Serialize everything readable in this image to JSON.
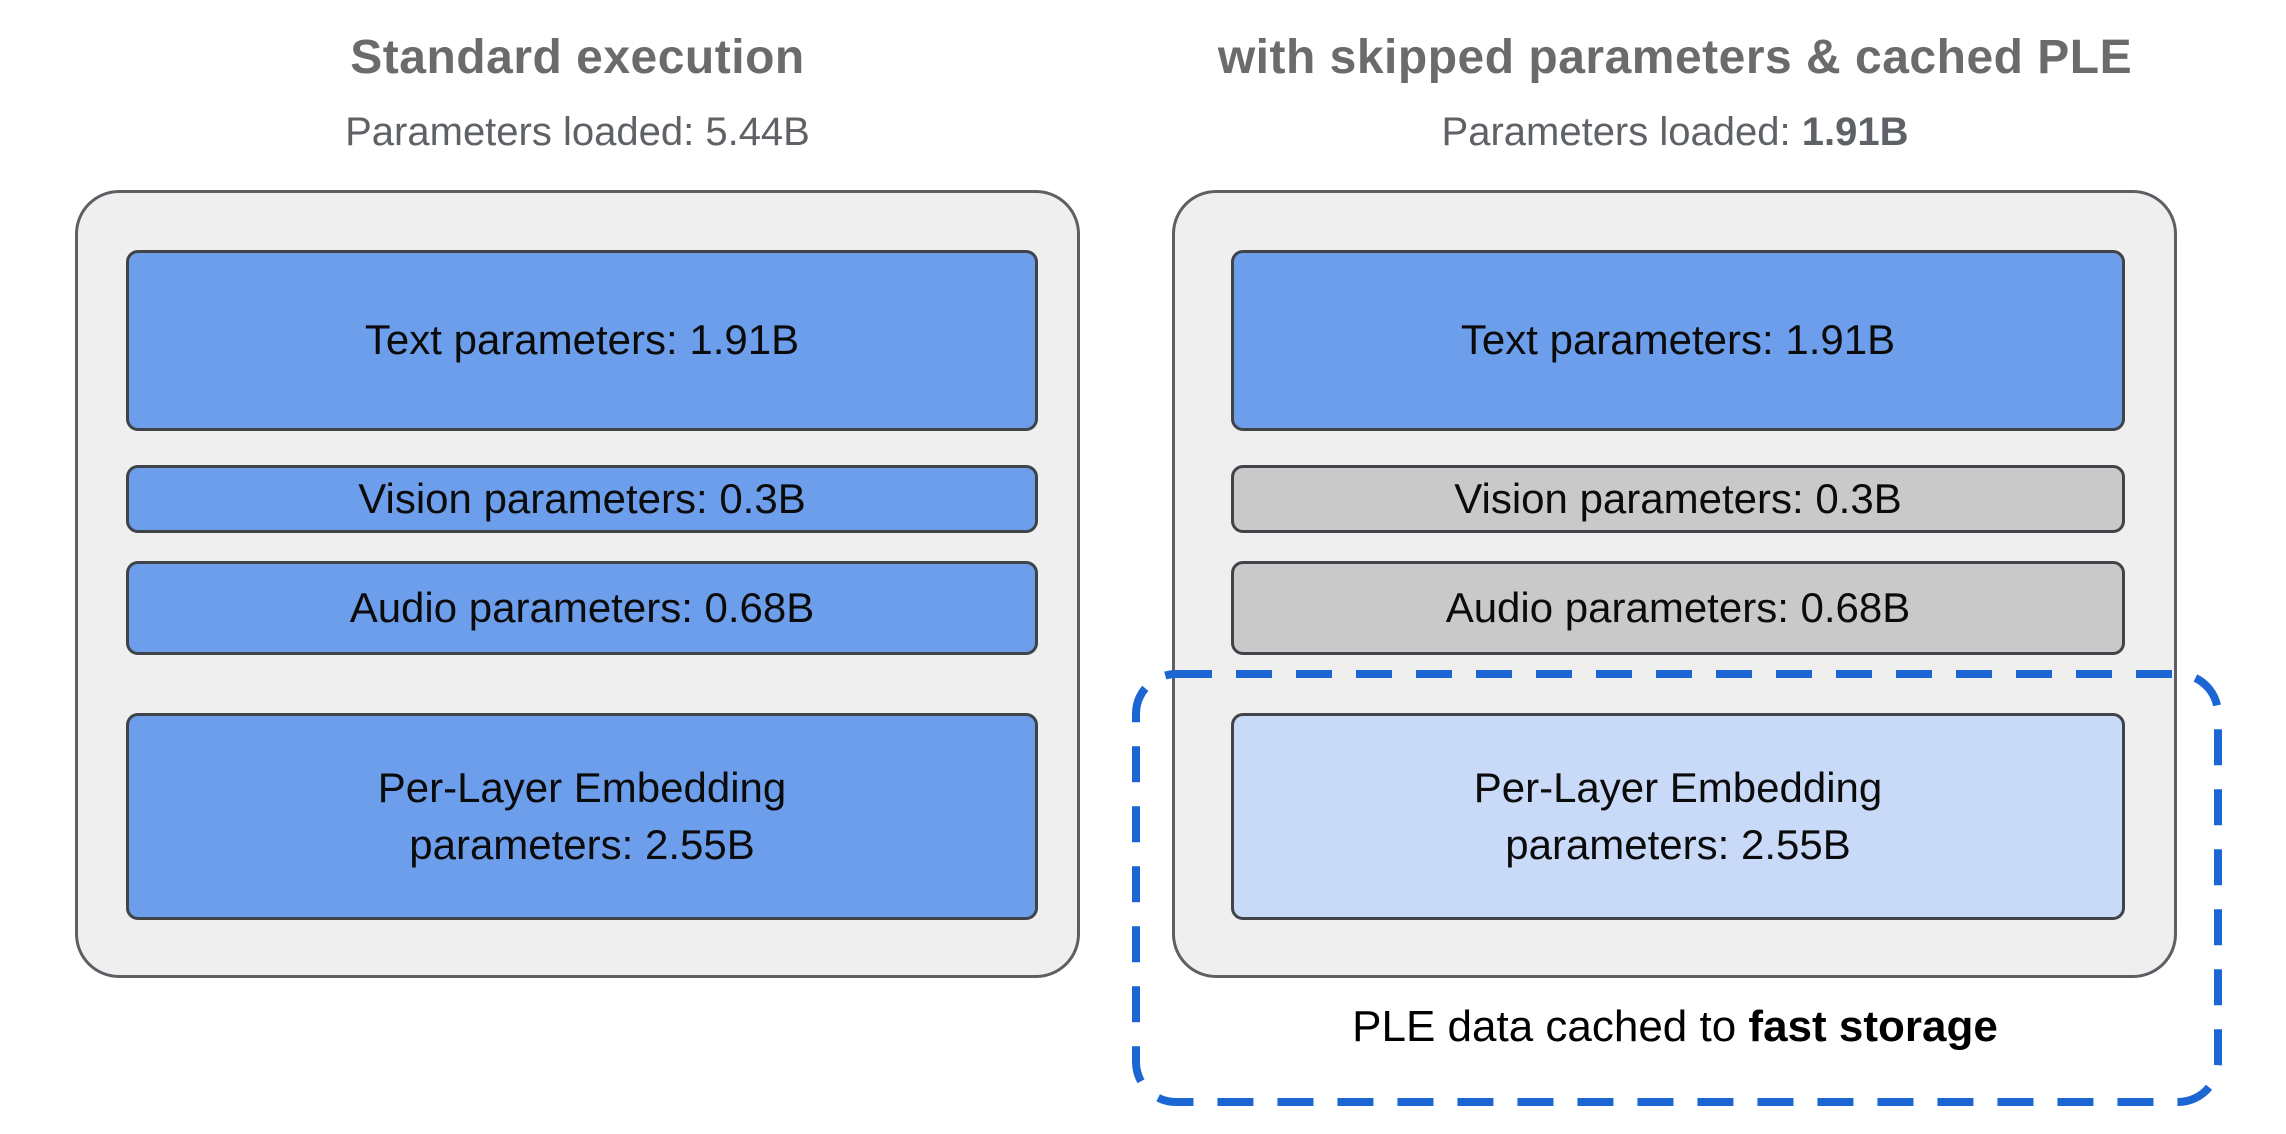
{
  "colors": {
    "loaded_blue": "#6d9eeb",
    "skipped_gray": "#c9c9c9",
    "cached_light_blue": "#c9daf8",
    "container_gray": "#efefef",
    "dashed_border_blue": "#1c66d4",
    "heading_gray": "#6b6b6b"
  },
  "left": {
    "title": "Standard execution",
    "subtitle_prefix": "Parameters loaded: ",
    "subtitle_value": "5.44B",
    "boxes": [
      {
        "label": "Text parameters: 1.91B",
        "variant": "loaded"
      },
      {
        "label": "Vision parameters: 0.3B",
        "variant": "loaded"
      },
      {
        "label": "Audio parameters: 0.68B",
        "variant": "loaded"
      },
      {
        "label": "Per-Layer Embedding\nparameters: 2.55B",
        "variant": "loaded"
      }
    ]
  },
  "right": {
    "title": "with skipped parameters & cached PLE",
    "subtitle_prefix": "Parameters loaded: ",
    "subtitle_value": "1.91B",
    "boxes": [
      {
        "label": "Text parameters: 1.91B",
        "variant": "loaded"
      },
      {
        "label": "Vision parameters: 0.3B",
        "variant": "skipped"
      },
      {
        "label": "Audio parameters: 0.68B",
        "variant": "skipped"
      },
      {
        "label": "Per-Layer Embedding\nparameters: 2.55B",
        "variant": "cached"
      }
    ],
    "caption_prefix": "PLE data cached to ",
    "caption_bold": "fast storage"
  }
}
